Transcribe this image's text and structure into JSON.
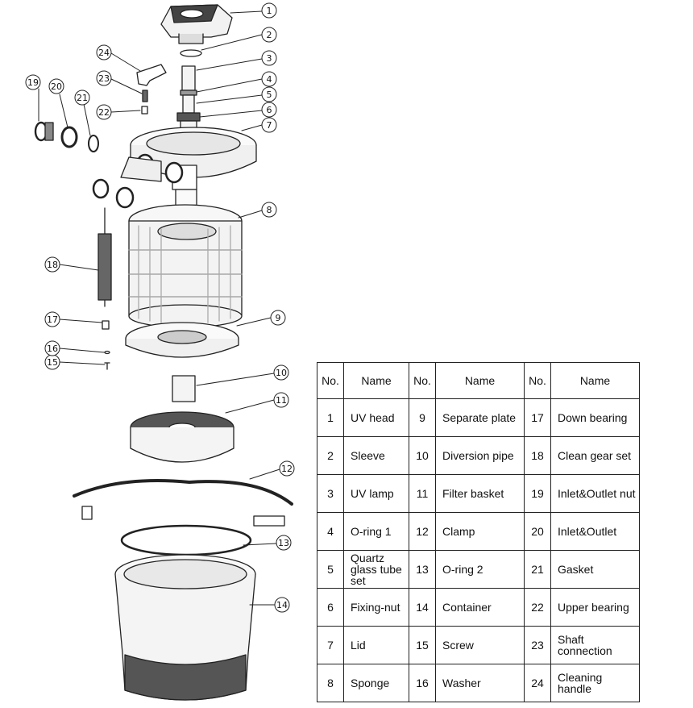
{
  "callouts": [
    "1",
    "2",
    "3",
    "4",
    "5",
    "6",
    "7",
    "8",
    "9",
    "10",
    "11",
    "12",
    "13",
    "14",
    "15",
    "16",
    "17",
    "18",
    "19",
    "20",
    "21",
    "22",
    "23",
    "24"
  ],
  "table": {
    "headers": [
      "No.",
      "Name",
      "No.",
      "Name",
      "No.",
      "Name"
    ],
    "rows": [
      [
        {
          "no": "1",
          "name": "UV head"
        },
        {
          "no": "9",
          "name": "Separate plate"
        },
        {
          "no": "17",
          "name": "Down bearing"
        }
      ],
      [
        {
          "no": "2",
          "name": "Sleeve"
        },
        {
          "no": "10",
          "name": "Diversion pipe"
        },
        {
          "no": "18",
          "name": "Clean gear set"
        }
      ],
      [
        {
          "no": "3",
          "name": "UV lamp"
        },
        {
          "no": "11",
          "name": "Filter basket"
        },
        {
          "no": "19",
          "name": "Inlet&Outlet nut"
        }
      ],
      [
        {
          "no": "4",
          "name": "O-ring 1"
        },
        {
          "no": "12",
          "name": "Clamp"
        },
        {
          "no": "20",
          "name": "Inlet&Outlet"
        }
      ],
      [
        {
          "no": "5",
          "name": "Quartz glass tube set"
        },
        {
          "no": "13",
          "name": "O-ring 2"
        },
        {
          "no": "21",
          "name": "Gasket"
        }
      ],
      [
        {
          "no": "6",
          "name": "Fixing-nut"
        },
        {
          "no": "14",
          "name": "Container"
        },
        {
          "no": "22",
          "name": "Upper bearing"
        }
      ],
      [
        {
          "no": "7",
          "name": "Lid"
        },
        {
          "no": "15",
          "name": "Screw"
        },
        {
          "no": "23",
          "name": "Shaft connection"
        }
      ],
      [
        {
          "no": "8",
          "name": "Sponge"
        },
        {
          "no": "16",
          "name": "Washer"
        },
        {
          "no": "24",
          "name": "Cleaning handle"
        }
      ]
    ]
  }
}
